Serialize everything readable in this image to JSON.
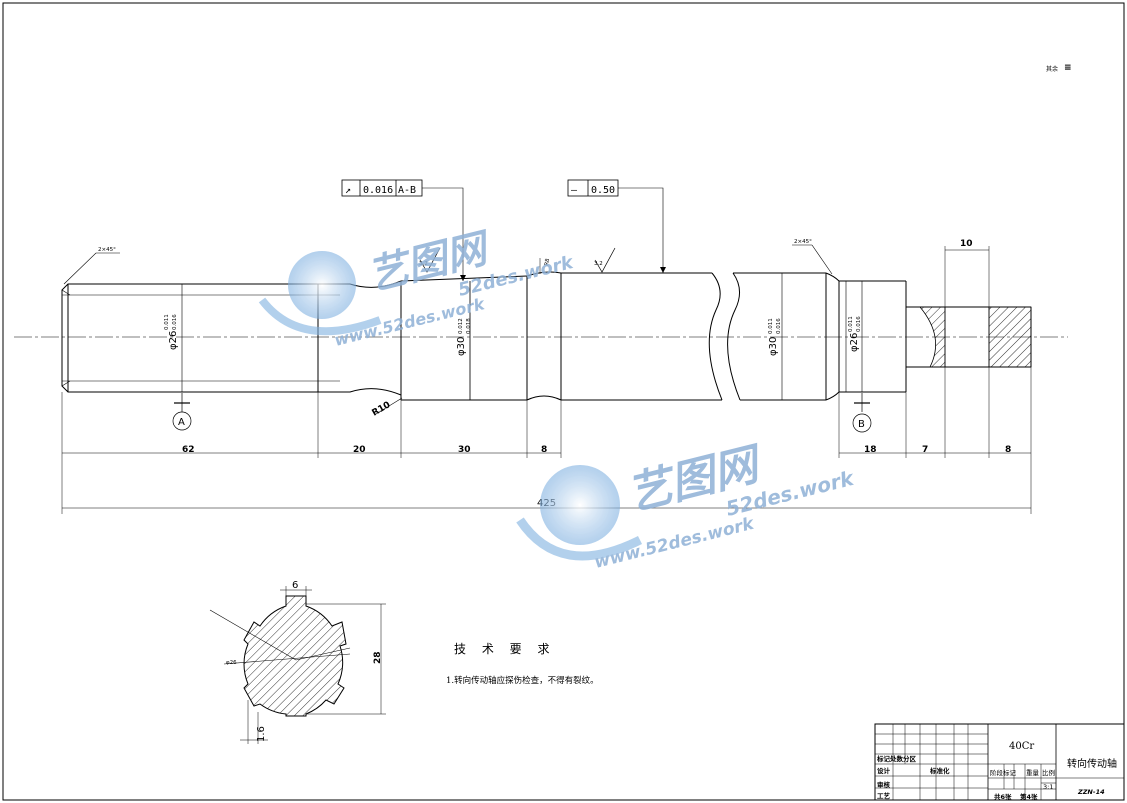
{
  "drawing": {
    "surface_finish_note": "其余",
    "surface_finish_mark": "≡",
    "gtol_runout": {
      "symbol": "↗",
      "value": "0.016",
      "datum": "A-B"
    },
    "gtol_straightness": {
      "symbol": "—",
      "value": "0.50"
    },
    "chamfer_left": "2×45°",
    "chamfer_right": "2×45°",
    "roughness_1": "3.2",
    "roughness_2": "3.2",
    "roughness_3": "3.2",
    "fillet": "R10",
    "fillet_top": "R8",
    "dia_left": "φ26",
    "dia_left_tol": [
      "0.011",
      "0.016"
    ],
    "dia_mid": "φ30",
    "dia_mid_tol": [
      "0.012",
      "0.018"
    ],
    "dia_right1": "φ30",
    "dia_right1_tol": [
      "0.011",
      "0.016"
    ],
    "dia_right2": "φ26",
    "dia_right2_tol": [
      "0.011",
      "0.016"
    ],
    "datum_a": "A",
    "datum_b": "B",
    "dims": {
      "d62": "62",
      "d20": "20",
      "d30": "30",
      "d8a": "8",
      "d18": "18",
      "d7": "7",
      "d8b": "8",
      "d10": "10",
      "d425": "425"
    },
    "section": {
      "width": "6",
      "height": "28",
      "dia": "φ26",
      "depth": "1.6"
    }
  },
  "tech": {
    "title": "技 术 要 求",
    "item1": "1.转向传动轴应探伤检查，不得有裂纹。"
  },
  "title_block": {
    "material": "40Cr",
    "part_name": "转向传动轴",
    "scale": "3:1",
    "drawing_no": "ZZN-14",
    "sheets_total": "共6张",
    "sheet_no": "第4张",
    "h_design": "设计",
    "h_standard": "标准化",
    "h_check": "审核",
    "h_process": "工艺",
    "h_mark": "标记处数分区",
    "h_stage": "阶段标记",
    "h_weight": "重量",
    "h_scale": "比例"
  },
  "watermark": {
    "brand": "艺图网",
    "url_top": "52des.work",
    "url_bottom": "www.52des.work"
  }
}
